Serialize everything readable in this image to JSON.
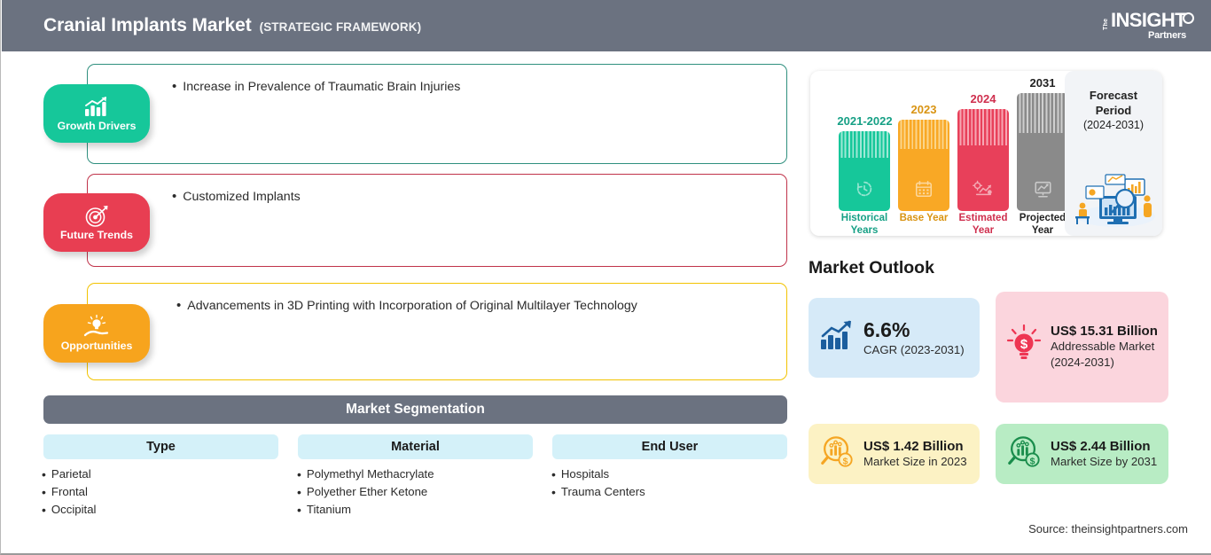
{
  "header": {
    "title": "Cranial Implants Market",
    "subtitle": "(STRATEGIC FRAMEWORK)",
    "logo": {
      "the": "The",
      "insight": "INSIGHT",
      "partners": "Partners"
    },
    "bg_color": "#6b7280"
  },
  "drivers": [
    {
      "badge_label": "Growth Drivers",
      "icon": "bar-chart-growth-icon",
      "color": "#16c79a",
      "border_color": "#2f8f7e",
      "bullet": "Increase in Prevalence of Traumatic Brain Injuries"
    },
    {
      "badge_label": "Future Trends",
      "icon": "target-dart-icon",
      "color": "#e83e52",
      "border_color": "#c0334a",
      "bullet": "Customized Implants"
    },
    {
      "badge_label": "Opportunities",
      "icon": "lightbulb-hand-icon",
      "color": "#f7a41d",
      "border_color": "#f2c300",
      "bullet": "Advancements in 3D Printing with Incorporation of Original Multilayer Technology"
    }
  ],
  "segmentation": {
    "title": "Market Segmentation",
    "header_bg": "#6b7280",
    "column_bg": "#d4f1f9",
    "columns": [
      {
        "header": "Type",
        "items": [
          "Parietal",
          "Frontal",
          "Occipital"
        ]
      },
      {
        "header": "Material",
        "items": [
          "Polymethyl Methacrylate",
          "Polyether Ether Ketone",
          "Titanium"
        ]
      },
      {
        "header": "End User",
        "items": [
          "Hospitals",
          "Trauma Centers"
        ]
      }
    ]
  },
  "chart_data": {
    "type": "bar",
    "title": "Forecast timeline",
    "categories": [
      "Historical Years",
      "Base Year",
      "Estimated Year",
      "Projected Year"
    ],
    "x": [
      "2021-2022",
      "2023",
      "2024",
      "2031"
    ],
    "values": [
      52,
      62,
      72,
      86
    ],
    "colors": [
      "#16c79a",
      "#f9a825",
      "#e8405a",
      "#8a8a8a"
    ],
    "legend": "none",
    "grid": false,
    "ylabel": "",
    "xlabel": "",
    "bars": [
      {
        "year": "2021-2022",
        "caption": "Historical Years",
        "color": "#16c79a",
        "height_pct": 52
      },
      {
        "year": "2023",
        "caption": "Base Year",
        "color": "#f9a825",
        "height_pct": 62
      },
      {
        "year": "2024",
        "caption": "Estimated Year",
        "color": "#e8405a",
        "height_pct": 72
      },
      {
        "year": "2031",
        "caption": "Projected Year",
        "color": "#8a8a8a",
        "height_pct": 86
      }
    ],
    "forecast_panel": {
      "title_line1": "Forecast",
      "title_line2": "Period",
      "years": "(2024-2031)"
    }
  },
  "outlook": {
    "title": "Market Outlook",
    "cards": [
      {
        "value": "6.6%",
        "sub": "CAGR (2023-2031)",
        "bg": "#d6eaf8",
        "icon": "growth-chart-icon",
        "icon_color": "#1b5e9e",
        "size": "big"
      },
      {
        "value": "US$ 15.31 Billion",
        "sub": "Addressable Market (2024-2031)",
        "bg": "#fbd5dd",
        "icon": "bulb-dollar-icon",
        "icon_color": "#ee3653",
        "size": "small"
      },
      {
        "value": "US$ 1.42 Billion",
        "sub": "Market Size in 2023",
        "bg": "#fcf2c4",
        "icon": "magnifier-chart-dollar-icon",
        "icon_color": "#f5a623",
        "size": "small"
      },
      {
        "value": "US$ 2.44 Billion",
        "sub": "Market Size by 2031",
        "bg": "#b8ecc4",
        "icon": "magnifier-chart-dollar-icon",
        "icon_color": "#1a8d4c",
        "size": "small"
      }
    ]
  },
  "source": "Source: theinsightpartners.com"
}
